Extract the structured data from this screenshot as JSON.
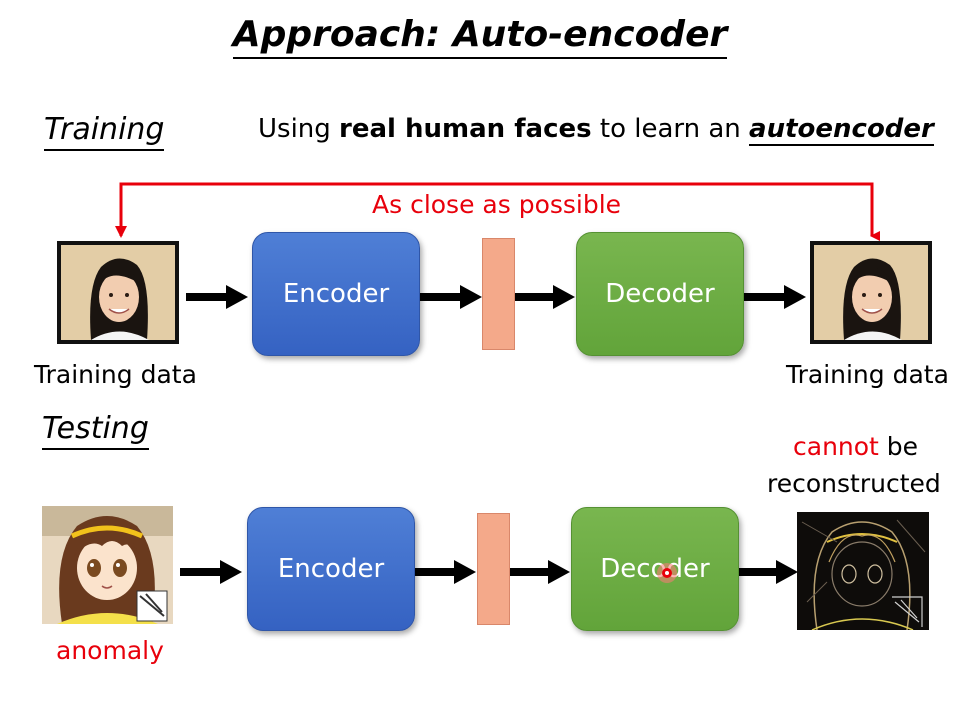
{
  "title": "Approach: Auto-encoder",
  "training": {
    "label": "Training",
    "description_prefix": "Using ",
    "description_bold": "real human faces",
    "description_middle": " to learn an ",
    "description_emph": "autoencoder",
    "feedback_label": "As close as possible",
    "input_caption": "Training data",
    "output_caption": "Training data",
    "encoder_label": "Encoder",
    "decoder_label": "Decoder"
  },
  "testing": {
    "label": "Testing",
    "encoder_label": "Encoder",
    "decoder_label": "Decoder",
    "input_caption": "anomaly",
    "output_note_red": "cannot",
    "output_note_rest": " be",
    "output_note_line2": "reconstructed"
  },
  "colors": {
    "encoder": "#3e6cc9",
    "decoder": "#6aab42",
    "code": "#f4a98a",
    "highlight": "#e8000b"
  }
}
